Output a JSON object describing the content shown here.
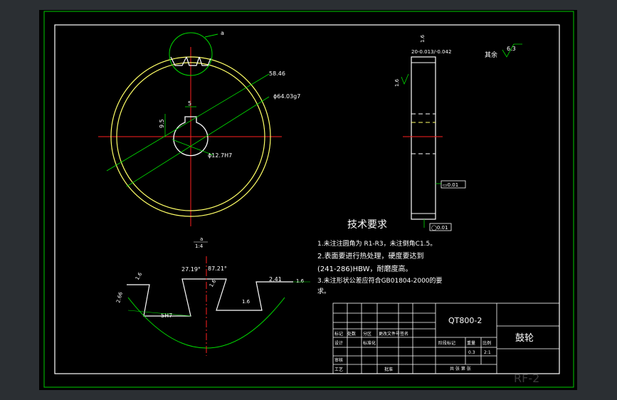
{
  "colors": {
    "frame_bg": "#2b2f33",
    "sheet": "#000000",
    "border": "#00cc00",
    "outline": "#ffffff",
    "ring": "#ffff66",
    "center_line": "#ff2020",
    "dimension": "#00dd00",
    "text_white": "#ffffff"
  },
  "drawing": {
    "detail_ref": "a",
    "detail_scale_ref": "a",
    "detail_scale": "1:4",
    "dims_front": {
      "d1": "58.46",
      "d2": "ϕ64.03g7",
      "d3": "ϕ12.7H7",
      "d4": "9.5",
      "d5": "5"
    },
    "dims_side": {
      "d1": "20-0.013/-0.042",
      "d2": "1.6",
      "d3": "1.6",
      "d4": "▭0.01",
      "d5": "◯0.01"
    },
    "roughness_rest": "其余",
    "roughness_rest_value": "6.3",
    "dims_detail": {
      "d1": "27.19°",
      "d2": "87.21°",
      "d3": "1.6",
      "d4": "2.66",
      "d5": "1.6",
      "d6": "1.6",
      "d7": "2.41",
      "d8": "1.6",
      "d9": "5H7"
    },
    "tech_title": "技术要求",
    "tech_lines": [
      "1.未注注圆角为 R1-R3，未注倒角C1.5。",
      "2.表面要进行热处理，硬度要达到",
      "(241-286)HBW，耐磨度高。",
      "3.未注形状公差应符合GB01804-2000的要",
      "求。"
    ]
  },
  "title_block": {
    "material": "QT800-2",
    "part_name": "鼓轮",
    "labels": [
      "标记",
      "处数",
      "分区",
      "更改文件号",
      "签名",
      "设计",
      "标准化",
      "阶段标记",
      "审核",
      "工艺",
      "批准",
      "重量",
      "比例"
    ],
    "scale_value": "2:1",
    "weight_value": "0.3",
    "sheet_note": "共 张  第 张",
    "drawing_no": "RF-2"
  }
}
